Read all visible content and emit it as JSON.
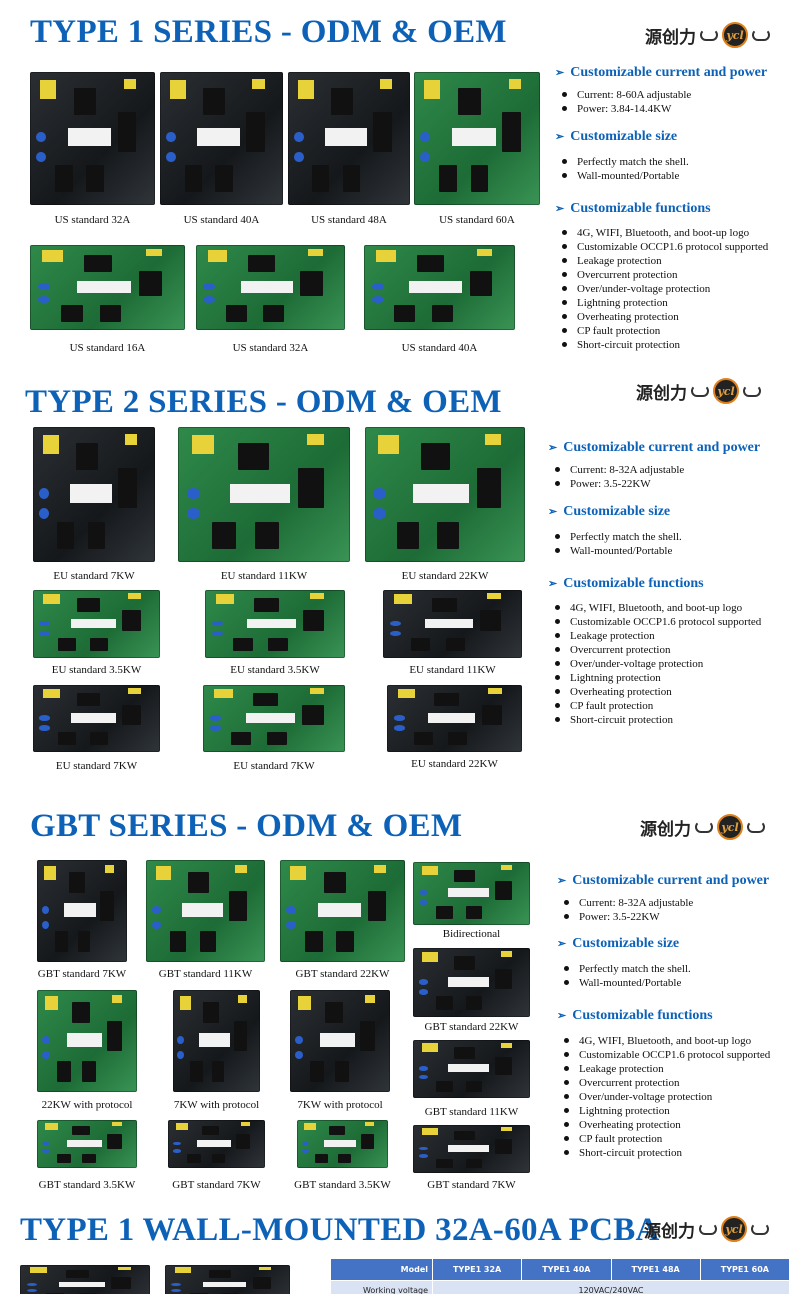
{
  "logo": {
    "text": "源创力",
    "mark": "ycl"
  },
  "colors": {
    "title": "#0d62b8",
    "table_header": "#4472c4",
    "table_row": "#dae3f3"
  },
  "sections": [
    {
      "title": "TYPE 1 SERIES - ODM & OEM",
      "products": [
        {
          "label": "US standard 32A",
          "color": "dark"
        },
        {
          "label": "US standard 40A",
          "color": "dark"
        },
        {
          "label": "US standard 48A",
          "color": "dark"
        },
        {
          "label": "US standard 60A",
          "color": "green"
        },
        {
          "label": "US standard 16A",
          "color": "green"
        },
        {
          "label": "US standard 32A",
          "color": "green"
        },
        {
          "label": "US standard 40A",
          "color": "green"
        }
      ],
      "features": [
        {
          "heading": "Customizable current and power",
          "items": [
            "Current: 8-60A adjustable",
            "Power: 3.84-14.4KW"
          ]
        },
        {
          "heading": "Customizable size",
          "items": [
            "Perfectly match the shell.",
            "Wall-mounted/Portable"
          ]
        },
        {
          "heading": "Customizable functions",
          "items": [
            "4G, WIFI, Bluetooth, and boot-up logo",
            "Customizable OCCP1.6 protocol supported",
            "Leakage protection",
            "Overcurrent protection",
            "Over/under-voltage protection",
            "Lightning protection",
            "Overheating protection",
            "CP fault protection",
            "Short-circuit protection"
          ]
        }
      ]
    },
    {
      "title": "TYPE 2 SERIES - ODM & OEM",
      "products": [
        {
          "label": "EU standard 7KW",
          "color": "dark"
        },
        {
          "label": "EU standard 11KW",
          "color": "green"
        },
        {
          "label": "EU standard 22KW",
          "color": "green"
        },
        {
          "label": "EU standard 3.5KW",
          "color": "green"
        },
        {
          "label": "EU standard 3.5KW",
          "color": "green"
        },
        {
          "label": "EU standard 11KW",
          "color": "dark"
        },
        {
          "label": "EU standard 7KW",
          "color": "dark"
        },
        {
          "label": "EU standard 7KW",
          "color": "green"
        },
        {
          "label": "EU standard 22KW",
          "color": "dark"
        }
      ],
      "features": [
        {
          "heading": "Customizable current and power",
          "items": [
            "Current: 8-32A adjustable",
            "Power: 3.5-22KW"
          ]
        },
        {
          "heading": "Customizable size",
          "items": [
            "Perfectly match the shell.",
            "Wall-mounted/Portable"
          ]
        },
        {
          "heading": "Customizable functions",
          "items": [
            "4G, WIFI, Bluetooth, and boot-up logo",
            "Customizable OCCP1.6 protocol supported",
            "Leakage protection",
            "Overcurrent protection",
            "Over/under-voltage protection",
            "Lightning protection",
            "Overheating protection",
            "CP fault protection",
            "Short-circuit protection"
          ]
        }
      ]
    },
    {
      "title": "GBT SERIES - ODM & OEM",
      "products": [
        {
          "label": "GBT standard 7KW",
          "color": "dark"
        },
        {
          "label": "GBT standard 11KW",
          "color": "green"
        },
        {
          "label": "GBT standard 22KW",
          "color": "green"
        },
        {
          "label": "Bidirectional",
          "color": "green"
        },
        {
          "label": "GBT standard 22KW",
          "color": "dark"
        },
        {
          "label": "22KW with protocol",
          "color": "green"
        },
        {
          "label": "7KW with protocol",
          "color": "dark"
        },
        {
          "label": "7KW with protocol",
          "color": "dark"
        },
        {
          "label": "GBT standard 11KW",
          "color": "dark"
        },
        {
          "label": "GBT standard 3.5KW",
          "color": "green"
        },
        {
          "label": "GBT standard 7KW",
          "color": "dark"
        },
        {
          "label": "GBT standard 3.5KW",
          "color": "green"
        },
        {
          "label": "GBT standard 7KW",
          "color": "dark"
        }
      ],
      "features": [
        {
          "heading": "Customizable current and power",
          "items": [
            "Current: 8-32A adjustable",
            "Power: 3.5-22KW"
          ]
        },
        {
          "heading": "Customizable size",
          "items": [
            "Perfectly match the shell.",
            "Wall-mounted/Portable"
          ]
        },
        {
          "heading": "Customizable functions",
          "items": [
            "4G, WIFI, Bluetooth, and boot-up logo",
            "Customizable OCCP1.6 protocol supported",
            "Leakage protection",
            "Overcurrent protection",
            "Over/under-voltage protection",
            "Lightning protection",
            "Overheating protection",
            "CP fault protection",
            "Short-circuit protection"
          ]
        }
      ]
    },
    {
      "title": "TYPE 1 WALL-MOUNTED 32A-60A PCBA",
      "products": [
        {
          "label": "",
          "color": "dark"
        },
        {
          "label": "",
          "color": "dark"
        }
      ],
      "features": []
    }
  ],
  "spec_table": {
    "headers": [
      "Model",
      "TYPE1 32A",
      "TYPE1 40A",
      "TYPE1 48A",
      "TYPE1 60A"
    ],
    "rows": [
      {
        "label": "Working voltage",
        "value": "120VAC/240VAC"
      }
    ]
  }
}
